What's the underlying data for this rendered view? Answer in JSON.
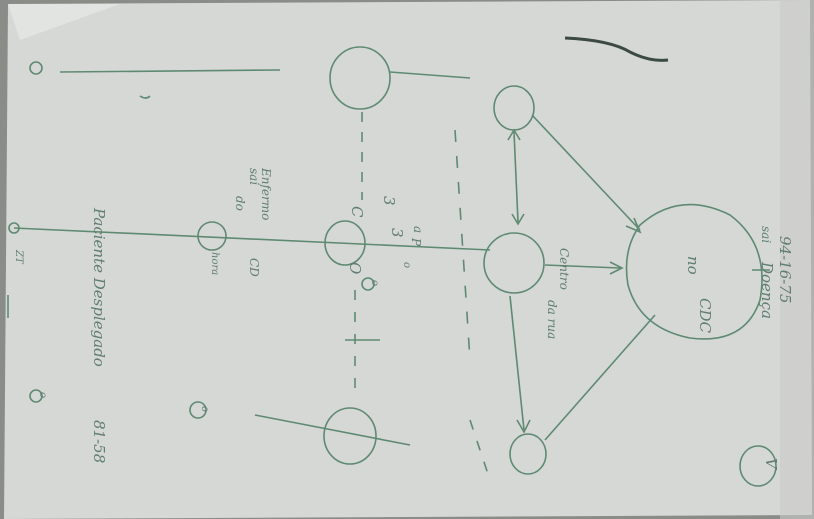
{
  "colors": {
    "paper": "#d6d8d5",
    "paper_shadow": "#c2c5c1",
    "ink": "#5f8a72",
    "ink_dark": "#3c4a44",
    "background": "#8a8c88"
  },
  "labels": {
    "date": "94-16-75",
    "date_prefix": "sai",
    "doenca": "Doença",
    "sai": "sai",
    "no": "no",
    "cdc": "CDC",
    "central_1": "Centro",
    "central_2": "da rua",
    "left_1": "Enfermo",
    "left_2": "sai",
    "left_3": "do",
    "left_4": "CD",
    "left_5": "hora",
    "paciente": "Paciente Desplegado",
    "paciente_num": "81-58",
    "circle_letter": "V",
    "mark_c": "C",
    "mark_o": "O",
    "mark_3a": "3",
    "mark_3b": "3",
    "mark_a": "a",
    "mark_p": "P",
    "mark_dot": "o",
    "mark_o2": "o",
    "mark_o3": "o",
    "mark_o4": "o",
    "mark_left": "ZT"
  }
}
